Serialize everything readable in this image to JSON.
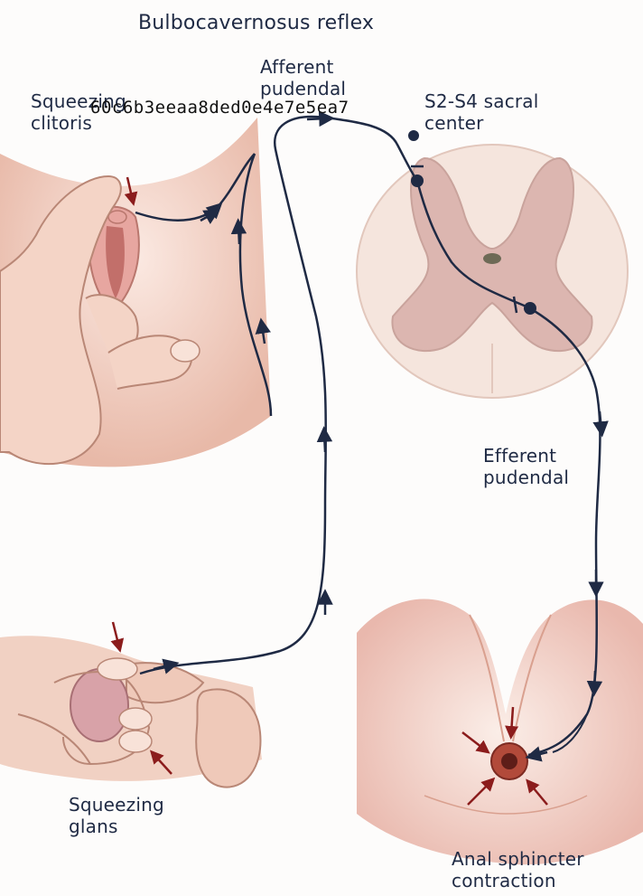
{
  "title": "Bulbocavernosus reflex",
  "overlay_id": "60c6b3eeaa8ded0e4e7e5ea7",
  "labels": {
    "squeezing_clitoris": "Squeezing\nclitoris",
    "afferent_pudendal": "Afferent\npudendal",
    "sacral_center": "S2-S4 sacral\ncenter",
    "efferent_pudendal": "Efferent\npudendal",
    "squeezing_glans": "Squeezing\nglans",
    "anal_sphincter": "Anal sphincter\ncontraction"
  },
  "colors": {
    "nerve": "#1f2a44",
    "arrow_red": "#8b1c1c",
    "skin": "#f2d3c6",
    "skin_shadow": "#d9a28f",
    "gray_matter": "#dcb6b0",
    "white_matter": "#f5e5dd",
    "sphincter": "#b24a3a"
  }
}
